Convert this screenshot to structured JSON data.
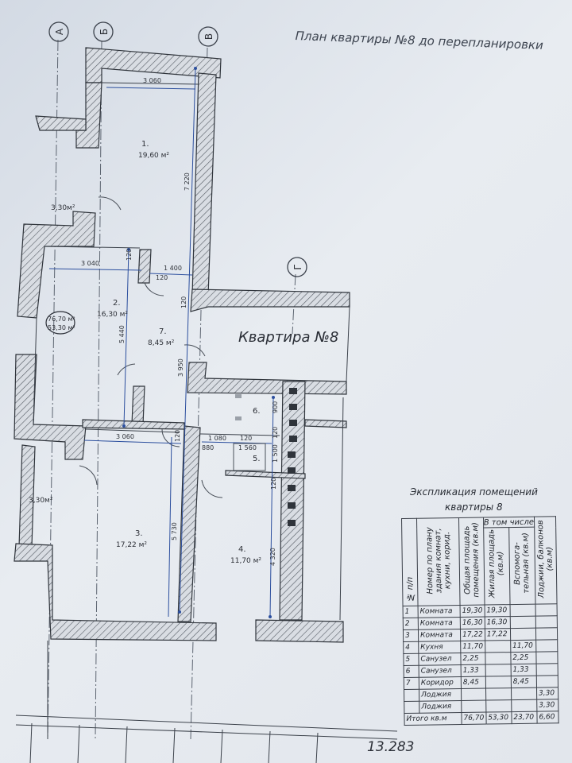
{
  "document": {
    "title": "План квартиры №8 до перепланировки",
    "apartment_label": "Квартира №8",
    "sheet_code": "13.283",
    "axes": [
      "А",
      "Б",
      "В",
      "Г"
    ]
  },
  "rooms": [
    {
      "number": "1.",
      "area": "19,60 м²"
    },
    {
      "number": "2.",
      "area": "16,30 м²"
    },
    {
      "number": "3.",
      "area": "17,22 м²"
    },
    {
      "number": "4.",
      "area": "11,70 м²"
    },
    {
      "number": "5.",
      "area": ""
    },
    {
      "number": "6.",
      "area": ""
    },
    {
      "number": "7.",
      "area": "8,45 м²"
    }
  ],
  "loggias": [
    "3,30м²",
    "3,30м²"
  ],
  "totals_badge": {
    "total": "76,70 м²",
    "living": "53,30 м²"
  },
  "dimensions": {
    "d1": "3 060",
    "d2": "7 220",
    "d3": "3 040",
    "d4": "120",
    "d5": "1 400",
    "d6": "120",
    "d7": "120",
    "d8": "5 440",
    "d9": "3 950",
    "d10": "3 060",
    "d11": "120",
    "d12": "1 080",
    "d13": "120",
    "d14": "880",
    "d15": "1 560",
    "d16": "900",
    "d17": "120",
    "d18": "1 500",
    "d19": "120",
    "d20": "5 730",
    "d21": "4 320"
  },
  "explication": {
    "title": "Экспликация помещений",
    "subtitle": "квартиры 8",
    "headers": {
      "num": "№ п/п",
      "name": "Номер по плану здания комнат, кухни, корид.",
      "total": "Общая площадь помещения (кв.м)",
      "group": "В том числе",
      "living": "Жилая площадь (кв.м)",
      "aux": "Вспомога-тельная (кв.м)",
      "loggia": "Лоджии, балконов (кв.м)"
    },
    "rows": [
      {
        "num": "1",
        "name": "Комната",
        "total": "19,30",
        "living": "19,30",
        "aux": "",
        "loggia": ""
      },
      {
        "num": "2",
        "name": "Комната",
        "total": "16,30",
        "living": "16,30",
        "aux": "",
        "loggia": ""
      },
      {
        "num": "3",
        "name": "Комната",
        "total": "17,22",
        "living": "17,22",
        "aux": "",
        "loggia": ""
      },
      {
        "num": "4",
        "name": "Кухня",
        "total": "11,70",
        "living": "",
        "aux": "11,70",
        "loggia": ""
      },
      {
        "num": "5",
        "name": "Санузел",
        "total": "2,25",
        "living": "",
        "aux": "2,25",
        "loggia": ""
      },
      {
        "num": "6",
        "name": "Санузел",
        "total": "1,33",
        "living": "",
        "aux": "1,33",
        "loggia": ""
      },
      {
        "num": "7",
        "name": "Коридор",
        "total": "8,45",
        "living": "",
        "aux": "8,45",
        "loggia": ""
      },
      {
        "num": "",
        "name": "Лоджия",
        "total": "",
        "living": "",
        "aux": "",
        "loggia": "3,30"
      },
      {
        "num": "",
        "name": "Лоджия",
        "total": "",
        "living": "",
        "aux": "",
        "loggia": "3,30"
      }
    ],
    "total_row": {
      "label": "Итого кв.м",
      "total": "76,70",
      "living": "53,30",
      "aux": "23,70",
      "loggia": "6,60"
    }
  }
}
